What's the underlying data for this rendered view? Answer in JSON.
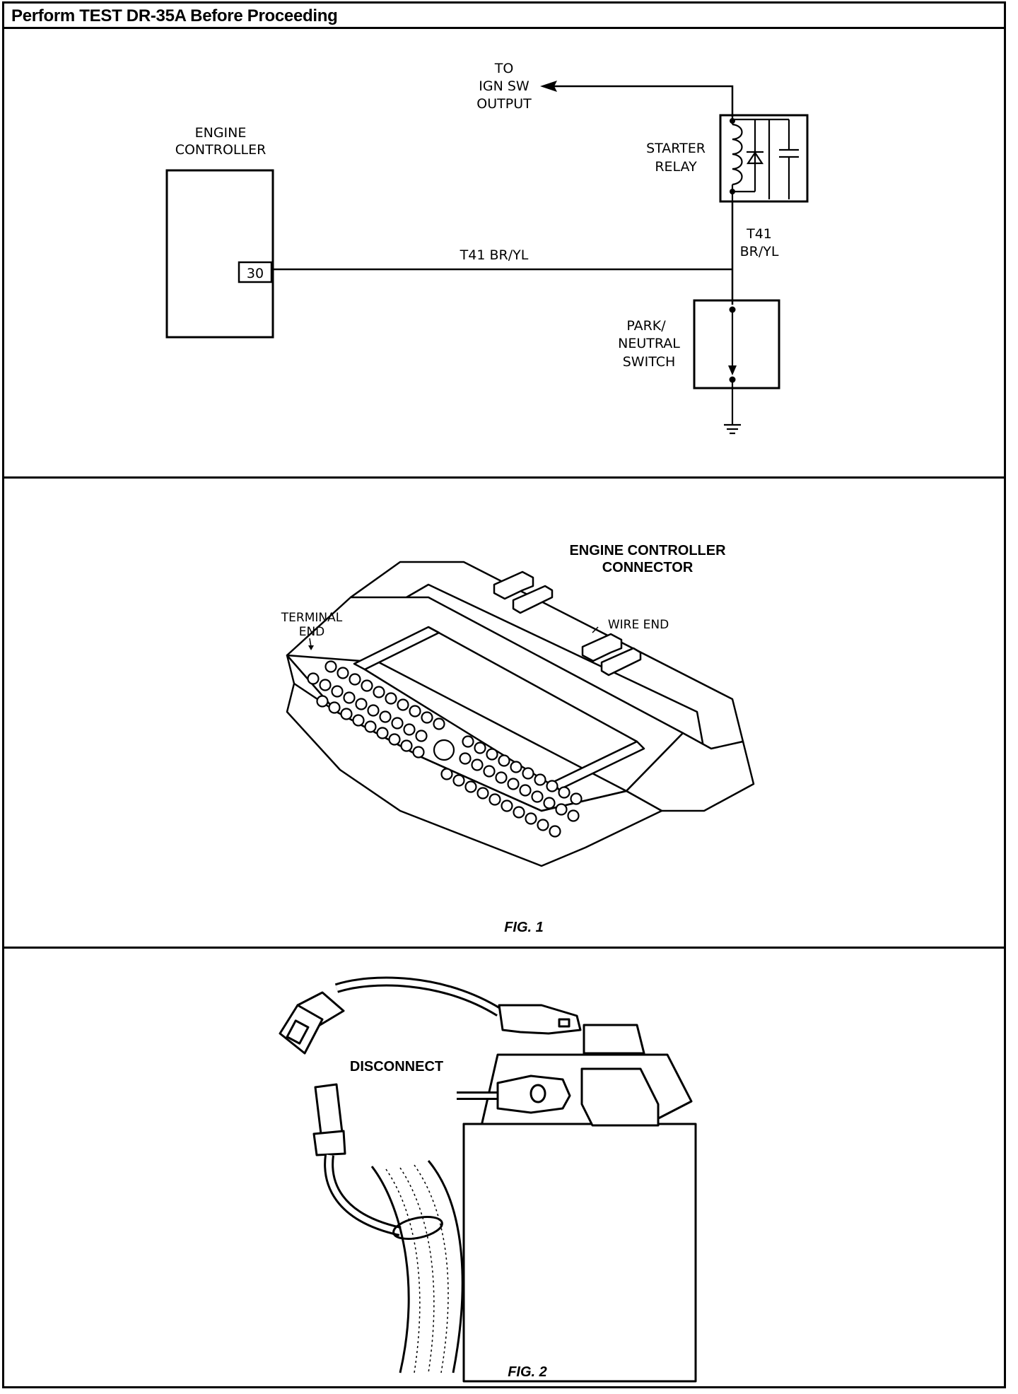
{
  "header": {
    "title": "Perform TEST DR-35A Before Proceeding"
  },
  "schematic": {
    "engine_controller": {
      "line1": "ENGINE",
      "line2": "CONTROLLER",
      "pin": "30"
    },
    "ign_sw": {
      "line1": "TO",
      "line2": "IGN SW",
      "line3": "OUTPUT"
    },
    "starter_relay": {
      "line1": "STARTER",
      "line2": "RELAY"
    },
    "wire_horizontal": "T41 BR/YL",
    "wire_vertical": {
      "line1": "T41",
      "line2": "BR/YL"
    },
    "park_neutral": {
      "line1": "PARK/",
      "line2": "NEUTRAL",
      "line3": "SWITCH"
    }
  },
  "fig1": {
    "title_line1": "ENGINE CONTROLLER",
    "title_line2": "CONNECTOR",
    "terminal_end_line1": "TERMINAL",
    "terminal_end_line2": "END",
    "wire_end": "WIRE END",
    "caption": "FIG. 1"
  },
  "fig2": {
    "disconnect": "DISCONNECT",
    "caption": "FIG. 2"
  }
}
